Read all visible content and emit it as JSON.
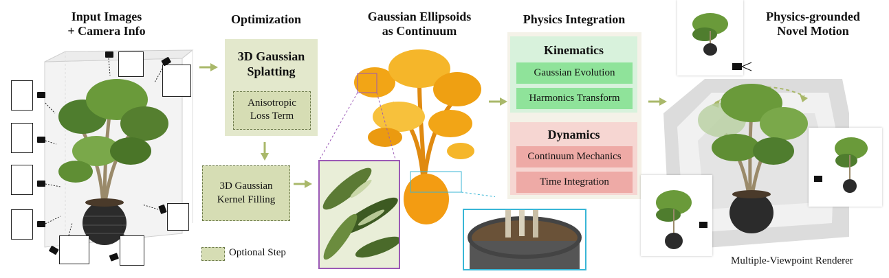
{
  "stages": {
    "input": {
      "title_line1": "Input Images",
      "title_line2": "+ Camera Info"
    },
    "optimization": {
      "title": "Optimization",
      "splatting_line1": "3D Gaussian",
      "splatting_line2": "Splatting",
      "aniso_line1": "Anisotropic",
      "aniso_line2": "Loss Term",
      "filling_line1": "3D Gaussian",
      "filling_line2": "Kernel Filling"
    },
    "ellipsoids": {
      "title_line1": "Gaussian Ellipsoids",
      "title_line2": "as Continuum"
    },
    "physics": {
      "title": "Physics Integration",
      "kinematics": {
        "title": "Kinematics",
        "items": [
          "Gaussian Evolution",
          "Harmonics Transform"
        ]
      },
      "dynamics": {
        "title": "Dynamics",
        "items": [
          "Continuum Mechanics",
          "Time Integration"
        ]
      }
    },
    "motion": {
      "title_line1": "Physics-grounded",
      "title_line2": "Novel Motion",
      "renderer": "Multiple-Viewpoint Renderer"
    }
  },
  "legend": {
    "optional": "Optional Step"
  },
  "colors": {
    "arrow": "#a9b86a",
    "green_panel": "#e3e8cc",
    "kinematics_panel": "#d8f2dc",
    "kinematics_item": "#8fe39a",
    "dynamics_panel": "#f6d6d2",
    "dynamics_item": "#eeaaa6",
    "zoom_purple": "#9b59b6",
    "zoom_cyan": "#38b6d6",
    "gaussian_orange": "#f2a516"
  }
}
